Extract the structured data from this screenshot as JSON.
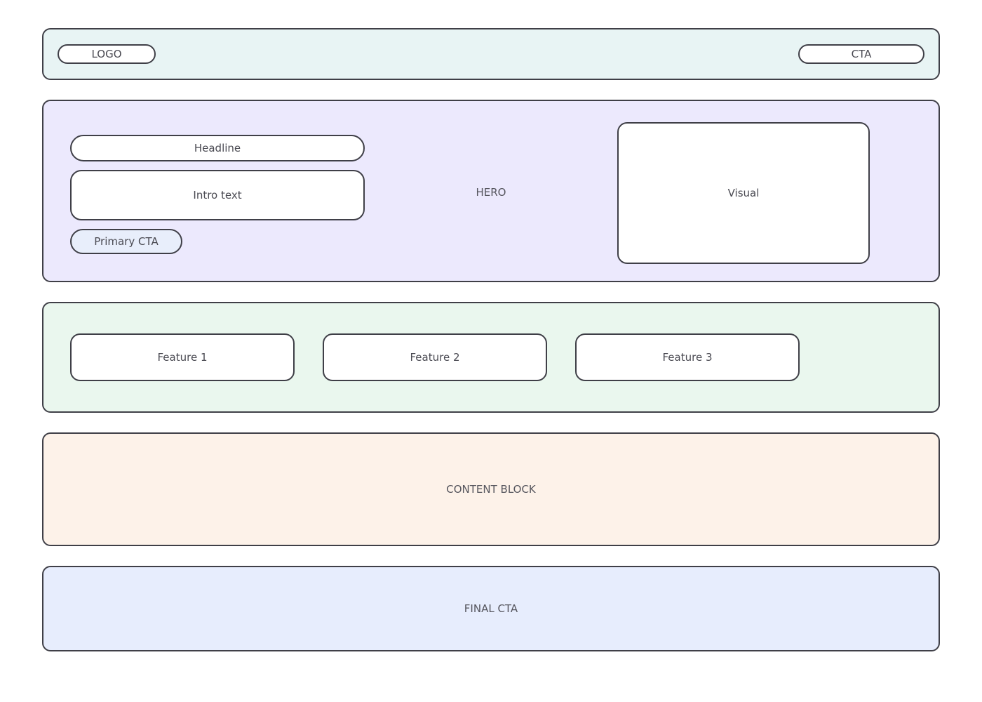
{
  "header": {
    "logo_label": "LOGO",
    "cta_label": "CTA",
    "background": "#e8f4f4"
  },
  "hero": {
    "section_label": "HERO",
    "headline_label": "Headline",
    "intro_label": "Intro text",
    "primary_cta_label": "Primary CTA",
    "visual_label": "Visual",
    "background": "#ece9fd",
    "primary_cta_fill": "#e8eefb"
  },
  "features": {
    "background": "#eaf7ee",
    "cards": [
      {
        "label": "Feature 1"
      },
      {
        "label": "Feature 2"
      },
      {
        "label": "Feature 3"
      }
    ]
  },
  "content": {
    "label": "CONTENT BLOCK",
    "background": "#fdf2e9"
  },
  "final_cta": {
    "label": "FINAL CTA",
    "background": "#e7edfd"
  },
  "theme": {
    "stroke": "#3f3f47",
    "text": "#4a4a52",
    "surface": "#ffffff"
  }
}
